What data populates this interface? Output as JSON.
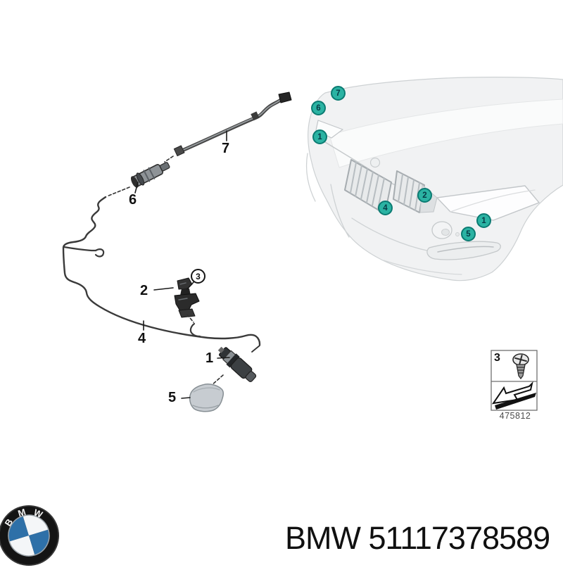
{
  "diagram": {
    "part_labels": [
      "7",
      "6",
      "2",
      "4",
      "1",
      "5"
    ],
    "circled_label": "3"
  },
  "car": {
    "callouts": [
      "7",
      "6",
      "1",
      "2",
      "4",
      "1",
      "5"
    ],
    "callout_color": "#2bb3a3",
    "callout_border_color": "#0b7b72"
  },
  "hardware_box": {
    "item_number": "3",
    "code": "475812"
  },
  "footer": {
    "part_text": "BMW 51117378589"
  },
  "logo": {
    "letters": [
      "B",
      "M",
      "W"
    ],
    "blue": "#2e70a8"
  }
}
